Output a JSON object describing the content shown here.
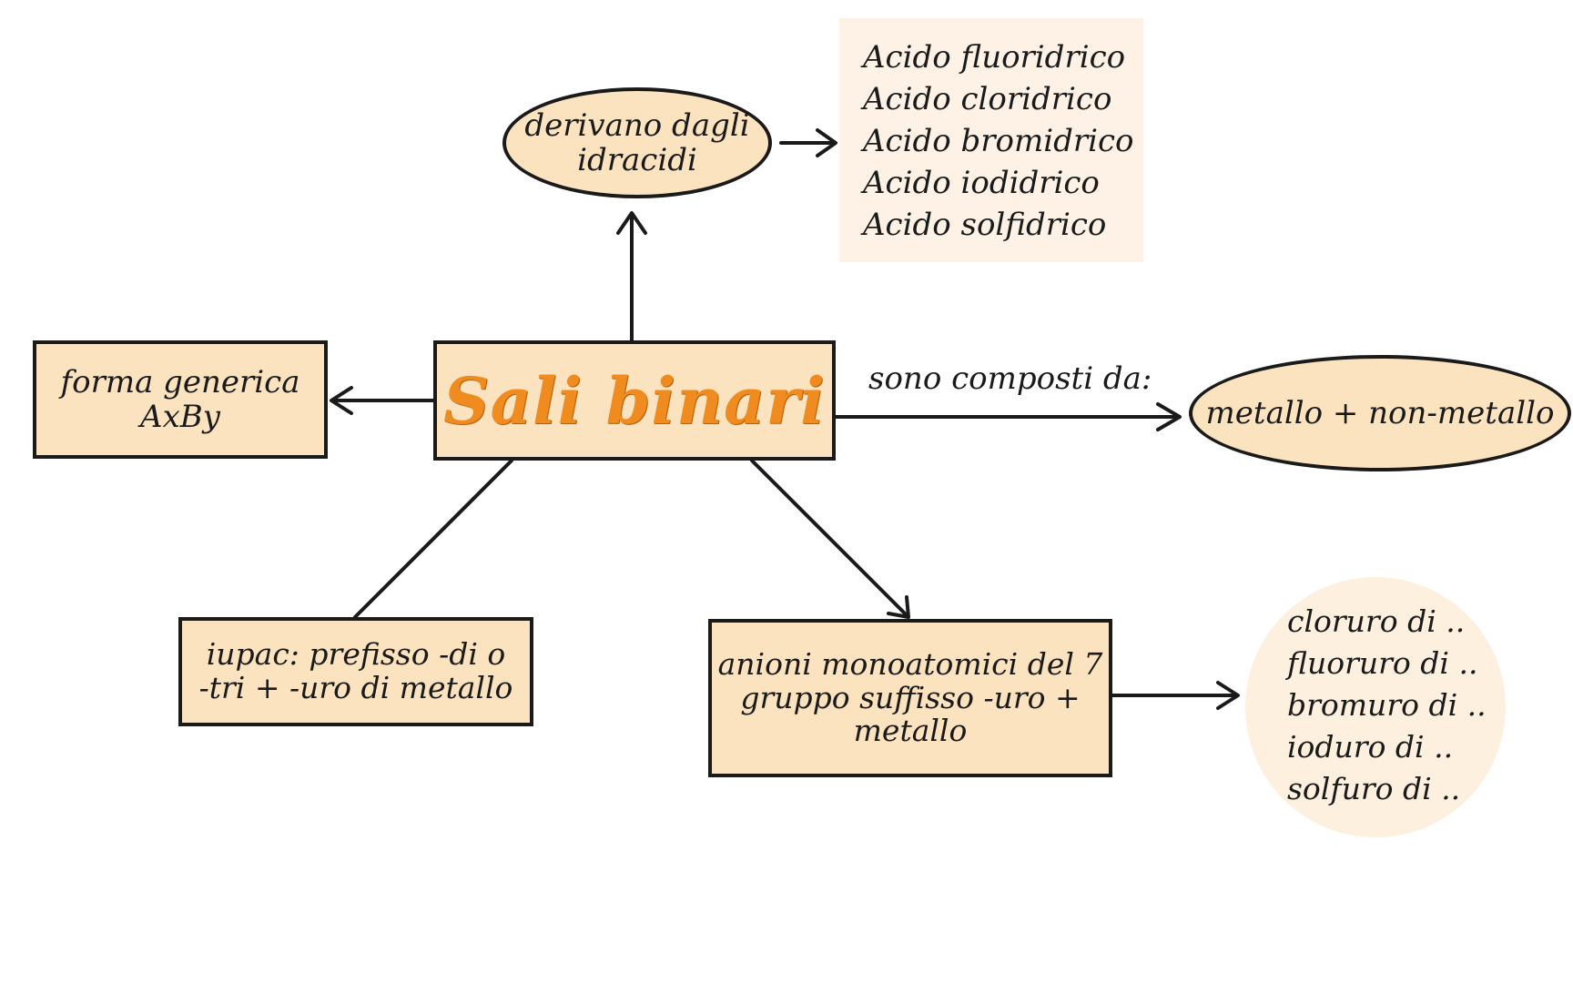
{
  "central": {
    "title": "Sali binari"
  },
  "nodes": {
    "origin": {
      "lines": [
        "derivano dagli",
        "idracidi"
      ]
    },
    "generic_form": {
      "lines": [
        "forma generica",
        "AxBy"
      ]
    },
    "composition": {
      "text": "metallo + non-metallo"
    },
    "iupac": {
      "lines": [
        "iupac: prefisso -di o",
        "-tri + -uro di metallo"
      ]
    },
    "anions": {
      "lines": [
        "anioni monoatomici del 7",
        "gruppo suffisso -uro +",
        "metallo"
      ]
    }
  },
  "edge_labels": {
    "composition": "sono composti da:"
  },
  "acid_list": [
    "Acido fluoridrico",
    "Acido cloridrico",
    "Acido bromidrico",
    "Acido iodidrico",
    "Acido solfidrico"
  ],
  "salt_list": [
    "cloruro di ..",
    "fluoruro di ..",
    "bromuro di ..",
    "ioduro di ..",
    "solfuro di .."
  ],
  "colors": {
    "node_fill": "#fce3c0",
    "title": "#ef8b1f",
    "ink": "#1a1a1a",
    "panel": "#fdf2e5"
  }
}
